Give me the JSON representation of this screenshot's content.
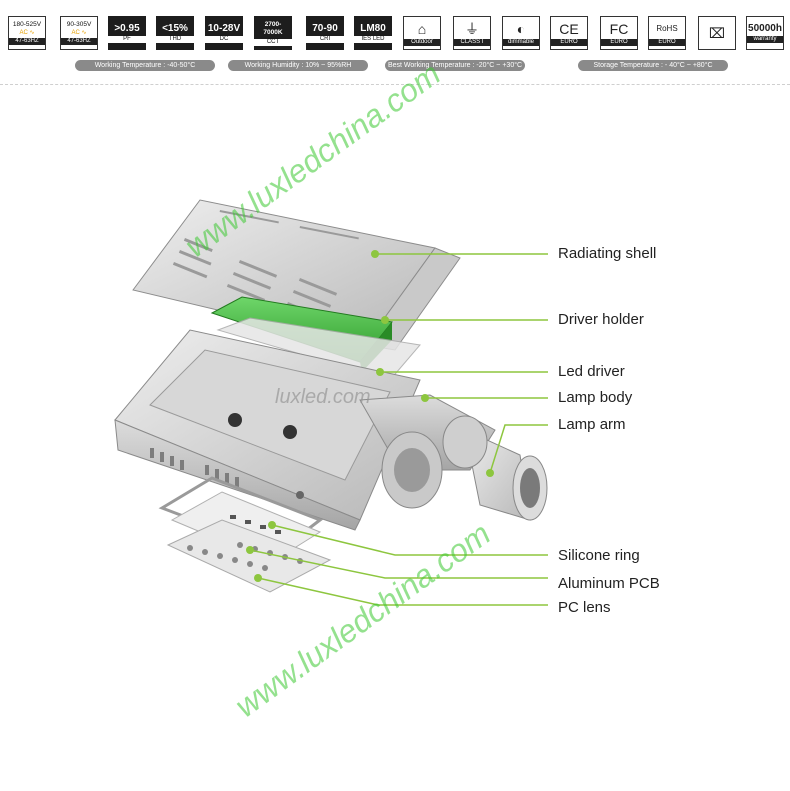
{
  "badges": [
    {
      "id": "input-180",
      "top": "180-525V",
      "ac": "AC",
      "sub": "47-63HZ",
      "style": "light"
    },
    {
      "id": "input-90",
      "top": "90-305V",
      "ac": "AC",
      "sub": "47-63HZ",
      "style": "light"
    },
    {
      "id": "pf",
      "main": "&gt;0.95",
      "sub": "PF"
    },
    {
      "id": "thd",
      "main": "&lt;15%",
      "sub": "THD"
    },
    {
      "id": "dc",
      "main": "10-28V",
      "sub": "DC"
    },
    {
      "id": "cct",
      "main": "2700-\n7000K",
      "sub": "CCT",
      "small": true
    },
    {
      "id": "cri",
      "main": "70-90",
      "sub": "CRI"
    },
    {
      "id": "lm80",
      "main": "LM80",
      "sub": "IES LED"
    },
    {
      "id": "outdoor",
      "glyph": "⌂",
      "sub": "Outdoor",
      "style": "light"
    },
    {
      "id": "class",
      "glyph": "⏚",
      "sub": "CLASS I",
      "style": "light"
    },
    {
      "id": "dimmable",
      "glyph": "◐",
      "sub": "dimmable",
      "style": "light"
    },
    {
      "id": "ce",
      "glyph": "CE",
      "sub": "EURO",
      "style": "light"
    },
    {
      "id": "fc",
      "glyph": "FC",
      "sub": "EURO",
      "style": "light"
    },
    {
      "id": "rohs",
      "glyph": "RoHS",
      "sub": "EURO",
      "style": "light"
    },
    {
      "id": "weee",
      "glyph": "⌧",
      "sub": "",
      "style": "light"
    },
    {
      "id": "warranty",
      "main": "50000h",
      "sub": "warranty",
      "style": "light"
    }
  ],
  "specs": [
    {
      "id": "working-temp",
      "text": "Working Temperature : -40-50°C"
    },
    {
      "id": "working-humidity",
      "text": "Working Humidity : 10% ~ 95%RH"
    },
    {
      "id": "best-working-temp",
      "text": "Best Working Temperature : -20°C ~ +30°C"
    },
    {
      "id": "storage-temp",
      "text": "Storage Temperature : - 40°C ~ +80°C"
    }
  ],
  "watermarks": {
    "top": "www.luxledchina.com",
    "middle": "luxled.com",
    "bottom": "www.luxledchina.com"
  },
  "parts": [
    {
      "id": "radiating-shell",
      "label": "Radiating shell"
    },
    {
      "id": "driver-holder",
      "label": "Driver holder"
    },
    {
      "id": "led-driver",
      "label": "Led driver"
    },
    {
      "id": "lamp-body",
      "label": "Lamp body"
    },
    {
      "id": "lamp-arm",
      "label": "Lamp arm"
    },
    {
      "id": "silicone-ring",
      "label": "Silicone ring"
    },
    {
      "id": "aluminum-pcb",
      "label": "Aluminum PCB"
    },
    {
      "id": "pc-lens",
      "label": "PC lens"
    }
  ],
  "colors": {
    "accent": "#8dc63f",
    "badge_dark": "#1d1d1d",
    "spec_bg": "#8a8a8a",
    "driver_green": "#3fae3a"
  }
}
